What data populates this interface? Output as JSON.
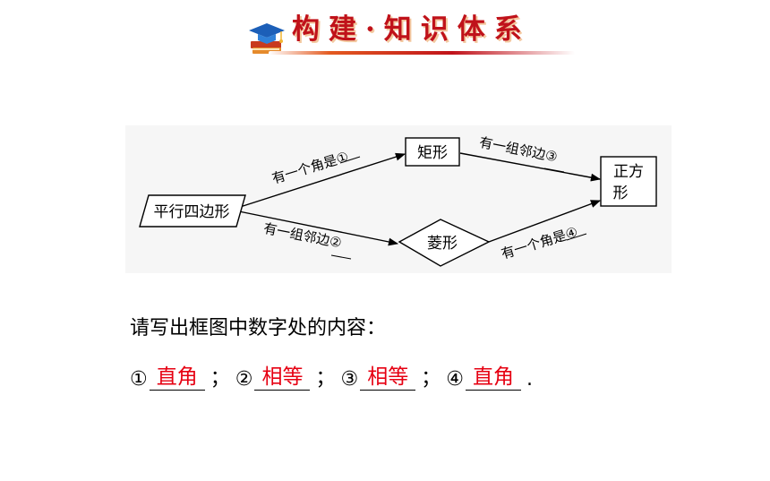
{
  "header": {
    "title": "构建·知识体系",
    "logo_icon": "graduation-cap-book-icon",
    "accent": "#c0121a"
  },
  "diagram": {
    "nodes": {
      "parallelogram": "平行四边形",
      "rectangle": "矩形",
      "rhombus": "菱形",
      "square_line1": "正方",
      "square_line2": "形"
    },
    "edges": {
      "to_rectangle": "有一个角是①",
      "to_rhombus": "有一组邻边②",
      "rect_to_square": "有一组邻边③",
      "rhombus_to_square": "有一个角是④"
    }
  },
  "question": {
    "prompt": "请写出框图中数字处的内容："
  },
  "answers": {
    "items": [
      {
        "num": "①",
        "value": "直角",
        "sep": "；"
      },
      {
        "num": "②",
        "value": "相等",
        "sep": "；"
      },
      {
        "num": "③",
        "value": "相等",
        "sep": "；"
      },
      {
        "num": "④",
        "value": "直角",
        "sep": "."
      }
    ],
    "answer_color": "#e60012"
  }
}
